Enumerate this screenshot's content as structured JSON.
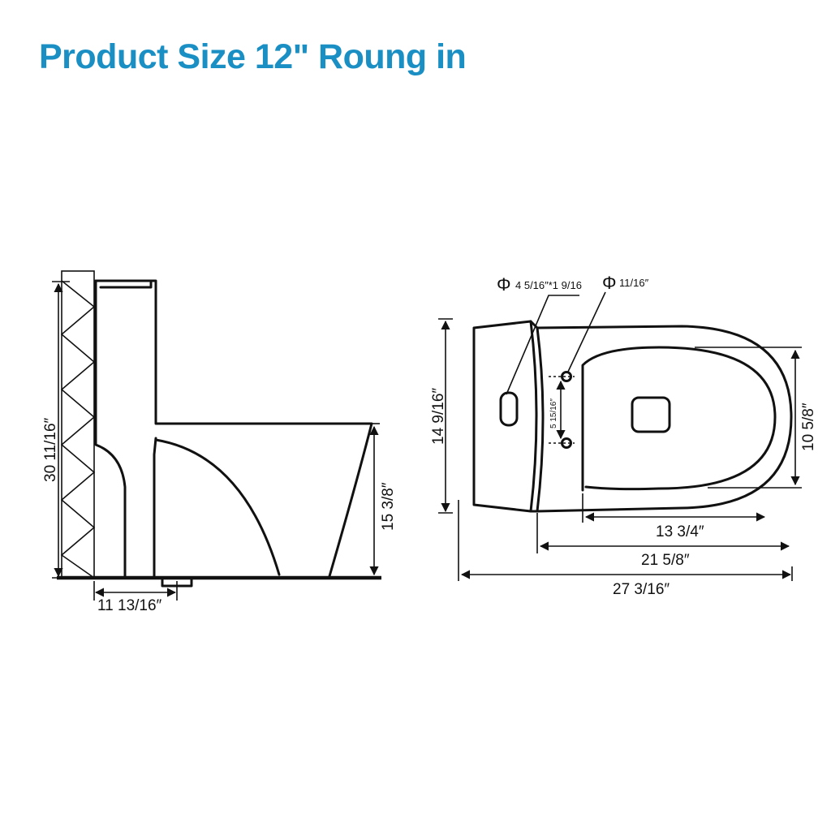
{
  "title": "Product Size 12\" Roung in",
  "colors": {
    "title": "#1a8fc4",
    "lines": "#111111",
    "background": "#ffffff"
  },
  "side_view": {
    "height_label": "30 11/16″",
    "bowl_height_label": "15 3/8″",
    "rough_in_label": "11 13/16″"
  },
  "top_view": {
    "flush_button_label": "4 5/16″*1 9/16",
    "tank_hole_label": "11/16″",
    "hole_spacing_label": "5 15/16″",
    "width_label": "14 9/16″",
    "seat_width_label": "10 5/8″",
    "seat_length_label": "13 3/4″",
    "bowl_length_label": "21 5/8″",
    "total_length_label": "27 3/16″",
    "diameter_symbol": "Φ"
  }
}
